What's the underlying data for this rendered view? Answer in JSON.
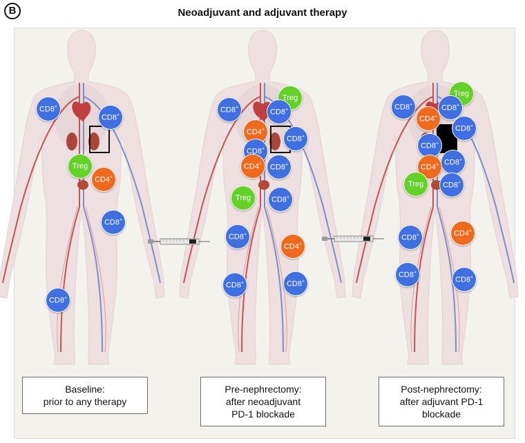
{
  "panel_letter": "B",
  "title": "Neoadjuvant and adjuvant therapy",
  "cell_label": {
    "cd8": "CD8",
    "cd4": "CD4",
    "plus": "+",
    "treg": "Treg"
  },
  "colors": {
    "cd8": "#3f6fe0",
    "cd4": "#f06a1e",
    "treg": "#63d126",
    "body": "#eedfe0",
    "vessel_red": "#c9514f",
    "vessel_blue": "#7a8ec9"
  },
  "figures": [
    {
      "id": "baseline",
      "caption_lines": [
        "Baseline:",
        "prior to any therapy"
      ],
      "tumor": "outline",
      "cells": [
        {
          "type": "cd8"
        },
        {
          "type": "cd8"
        },
        {
          "type": "treg"
        },
        {
          "type": "cd4"
        },
        {
          "type": "cd8"
        },
        {
          "type": "cd8"
        }
      ]
    },
    {
      "id": "pre-nephrectomy",
      "caption_lines": [
        "Pre-nephrectomy:",
        "after neoadjuvant",
        "PD-1 blockade"
      ],
      "tumor": "outline",
      "cells": [
        {
          "type": "treg"
        },
        {
          "type": "cd8"
        },
        {
          "type": "cd8"
        },
        {
          "type": "cd4"
        },
        {
          "type": "cd8"
        },
        {
          "type": "cd8"
        },
        {
          "type": "cd4"
        },
        {
          "type": "cd8"
        },
        {
          "type": "treg"
        },
        {
          "type": "cd8"
        },
        {
          "type": "cd8"
        },
        {
          "type": "cd4"
        },
        {
          "type": "cd8"
        },
        {
          "type": "cd8"
        }
      ]
    },
    {
      "id": "post-nephrectomy",
      "caption_lines": [
        "Post-nephrectomy:",
        "after adjuvant PD-1",
        "blockade"
      ],
      "tumor": "filled",
      "cells": [
        {
          "type": "treg"
        },
        {
          "type": "cd8"
        },
        {
          "type": "cd8"
        },
        {
          "type": "cd4"
        },
        {
          "type": "cd8"
        },
        {
          "type": "cd8"
        },
        {
          "type": "cd8"
        },
        {
          "type": "cd4"
        },
        {
          "type": "treg"
        },
        {
          "type": "cd8"
        },
        {
          "type": "cd4"
        },
        {
          "type": "cd8"
        },
        {
          "type": "cd8"
        },
        {
          "type": "cd8"
        }
      ]
    }
  ],
  "arrows": [
    {
      "id": "neoadjuvant-syringe",
      "icon": "syringe-icon"
    },
    {
      "id": "adjuvant-syringe",
      "icon": "syringe-icon"
    }
  ]
}
